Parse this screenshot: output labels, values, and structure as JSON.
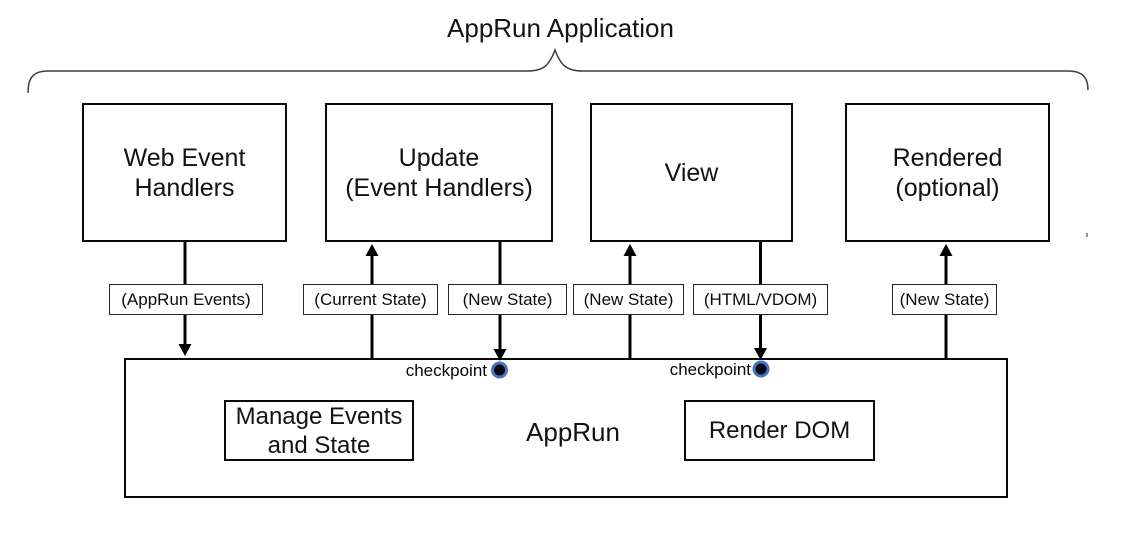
{
  "diagram": {
    "title": "AppRun Application",
    "components": [
      {
        "name": "web-event-handlers",
        "label": "Web Event\nHandlers"
      },
      {
        "name": "update",
        "label": "Update\n(Event Handlers)"
      },
      {
        "name": "view",
        "label": "View"
      },
      {
        "name": "rendered",
        "label": "Rendered\n(optional)"
      }
    ],
    "flow_labels": [
      {
        "text": "(AppRun Events)",
        "direction": "down"
      },
      {
        "text": "(Current State)",
        "direction": "up"
      },
      {
        "text": "(New State)",
        "direction": "down"
      },
      {
        "text": "(New State)",
        "direction": "up"
      },
      {
        "text": "(HTML/VDOM)",
        "direction": "down"
      },
      {
        "text": "(New State)",
        "direction": "up"
      }
    ],
    "checkpoints": [
      {
        "label": "checkpoint"
      },
      {
        "label": "checkpoint"
      }
    ],
    "runtime": {
      "label": "AppRun",
      "modules": [
        {
          "label": "Manage Events\nand State"
        },
        {
          "label": "Render DOM"
        }
      ]
    },
    "colors": {
      "line": "#000000",
      "checkpoint_ring": "#4472c4",
      "checkpoint_fill": "#07070f",
      "background": "#ffffff"
    }
  }
}
